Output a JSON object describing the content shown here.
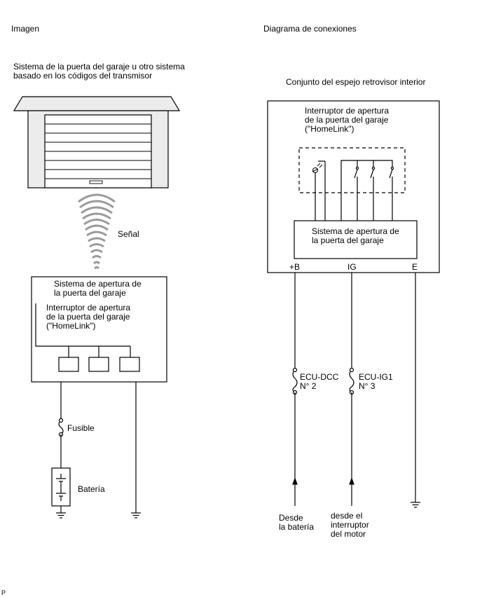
{
  "left": {
    "heading": "Imagen",
    "system_line1": "Sistema de la puerta del garaje u otro sistema",
    "system_line2": "basado en los códigos del transmisor",
    "signal_label": "Señal",
    "box_title_line1": "Sistema de apertura de",
    "box_title_line2": "la puerta del garaje",
    "switch_line1": "Interruptor de apertura",
    "switch_line2": "de la puerta del garaje",
    "switch_line3": "(\"HomeLink\")",
    "fuse_label": "Fusible",
    "battery_label": "Batería"
  },
  "right": {
    "heading": "Diagrama de conexiones",
    "assembly_label": "Conjunto del espejo retrovisor interior",
    "switch_line1": "Interruptor de apertura",
    "switch_line2": "de la puerta del garaje",
    "switch_line3": "(\"HomeLink\")",
    "inner_box_line1": "Sistema de apertura de",
    "inner_box_line2": "la puerta del garaje",
    "terminal_b": "+B",
    "terminal_ig": "IG",
    "terminal_e": "E",
    "fuse1_line1": "ECU-DCC",
    "fuse1_line2": "N° 2",
    "fuse2_line1": "ECU-IG1",
    "fuse2_line2": "N° 3",
    "from_battery_line1": "Desde",
    "from_battery_line2": "la batería",
    "from_switch_line1": "desde el",
    "from_switch_line2": "interruptor",
    "from_switch_line3": "del motor"
  },
  "footer": {
    "code": "P"
  }
}
